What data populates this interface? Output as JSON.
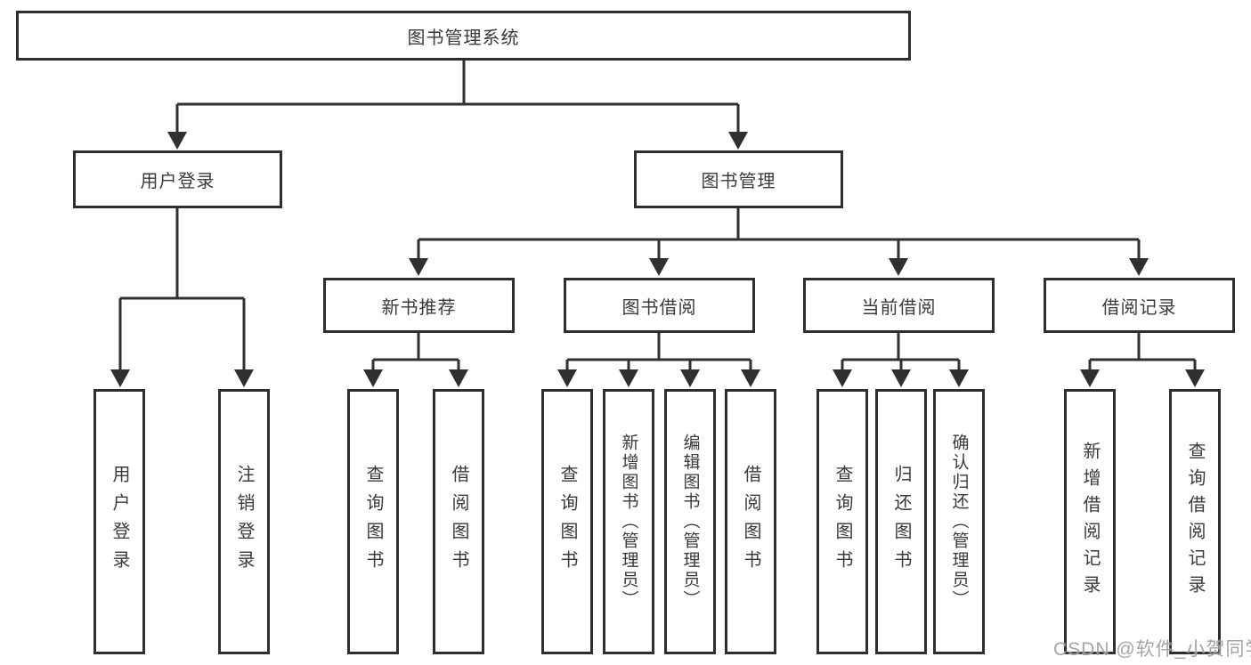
{
  "tree": {
    "root": "图书管理系统",
    "login": {
      "label": "用户登录",
      "children": [
        "用户登录",
        "注销登录"
      ]
    },
    "manage": {
      "label": "图书管理",
      "groups": [
        {
          "label": "新书推荐",
          "children": [
            "查询图书",
            "借阅图书"
          ]
        },
        {
          "label": "图书借阅",
          "children": [
            "查询图书",
            "新增图书（管理员）",
            "编辑图书（管理员）",
            "借阅图书"
          ]
        },
        {
          "label": "当前借阅",
          "children": [
            "查询图书",
            "归还图书",
            "确认归还（管理员）"
          ]
        },
        {
          "label": "借阅记录",
          "children": [
            "新增借阅记录",
            "查询借阅记录"
          ]
        }
      ]
    }
  },
  "watermark": "CSDN @软件_小贺同学",
  "colors": {
    "line": "#303030",
    "border": "#2e2e2e",
    "text": "#3a3a3a",
    "background": "#ffffff",
    "watermark": "#9c9c9c"
  }
}
